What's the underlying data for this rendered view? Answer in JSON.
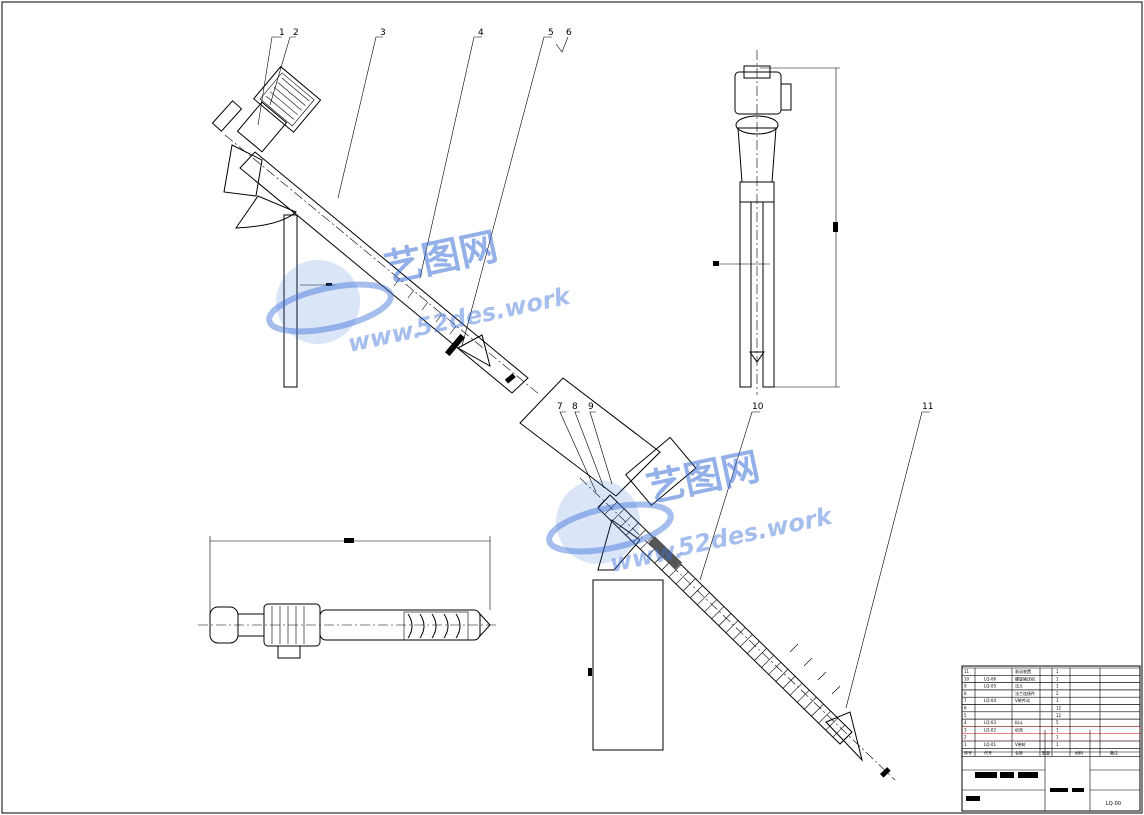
{
  "drawing": {
    "part_labels": [
      "1",
      "2",
      "3",
      "4",
      "5",
      "6",
      "7",
      "8",
      "9",
      "10",
      "11"
    ],
    "watermark": {
      "cn": "艺图网",
      "en": "52des.work",
      "url": "www."
    },
    "colors": {
      "line": "#000000",
      "watermark": "#3a6fd6",
      "highlight": "#e03030"
    }
  },
  "title_block": {
    "bom_rows": [
      {
        "no": "11",
        "code": "",
        "name": "驱动装置",
        "qty": "1",
        "note": ""
      },
      {
        "no": "10",
        "code": "LQ-06",
        "name": "螺旋输送机",
        "qty": "1",
        "note": ""
      },
      {
        "no": "9",
        "code": "LQ-05",
        "name": "法兰",
        "qty": "1",
        "note": ""
      },
      {
        "no": "8",
        "code": "",
        "name": "法兰连接件",
        "qty": "2",
        "note": ""
      },
      {
        "no": "7",
        "code": "LQ-04",
        "name": "V带传动",
        "qty": "1",
        "note": ""
      },
      {
        "no": "6",
        "code": "",
        "name": "",
        "qty": "12",
        "note": ""
      },
      {
        "no": "5",
        "code": "",
        "name": "",
        "qty": "12",
        "note": ""
      },
      {
        "no": "4",
        "code": "LQ-03",
        "name": "料斗",
        "qty": "5",
        "note": ""
      },
      {
        "no": "3",
        "code": "LQ-02",
        "name": "机壳",
        "qty": "1",
        "note": ""
      },
      {
        "no": "2",
        "code": "",
        "name": "",
        "qty": "1",
        "note": ""
      },
      {
        "no": "1",
        "code": "LQ-01",
        "name": "V带轮",
        "qty": "1",
        "note": ""
      }
    ],
    "header": [
      "序号",
      "代号",
      "名称",
      "数量",
      "材料",
      "备注"
    ],
    "drawing_number": "LQ-00"
  }
}
